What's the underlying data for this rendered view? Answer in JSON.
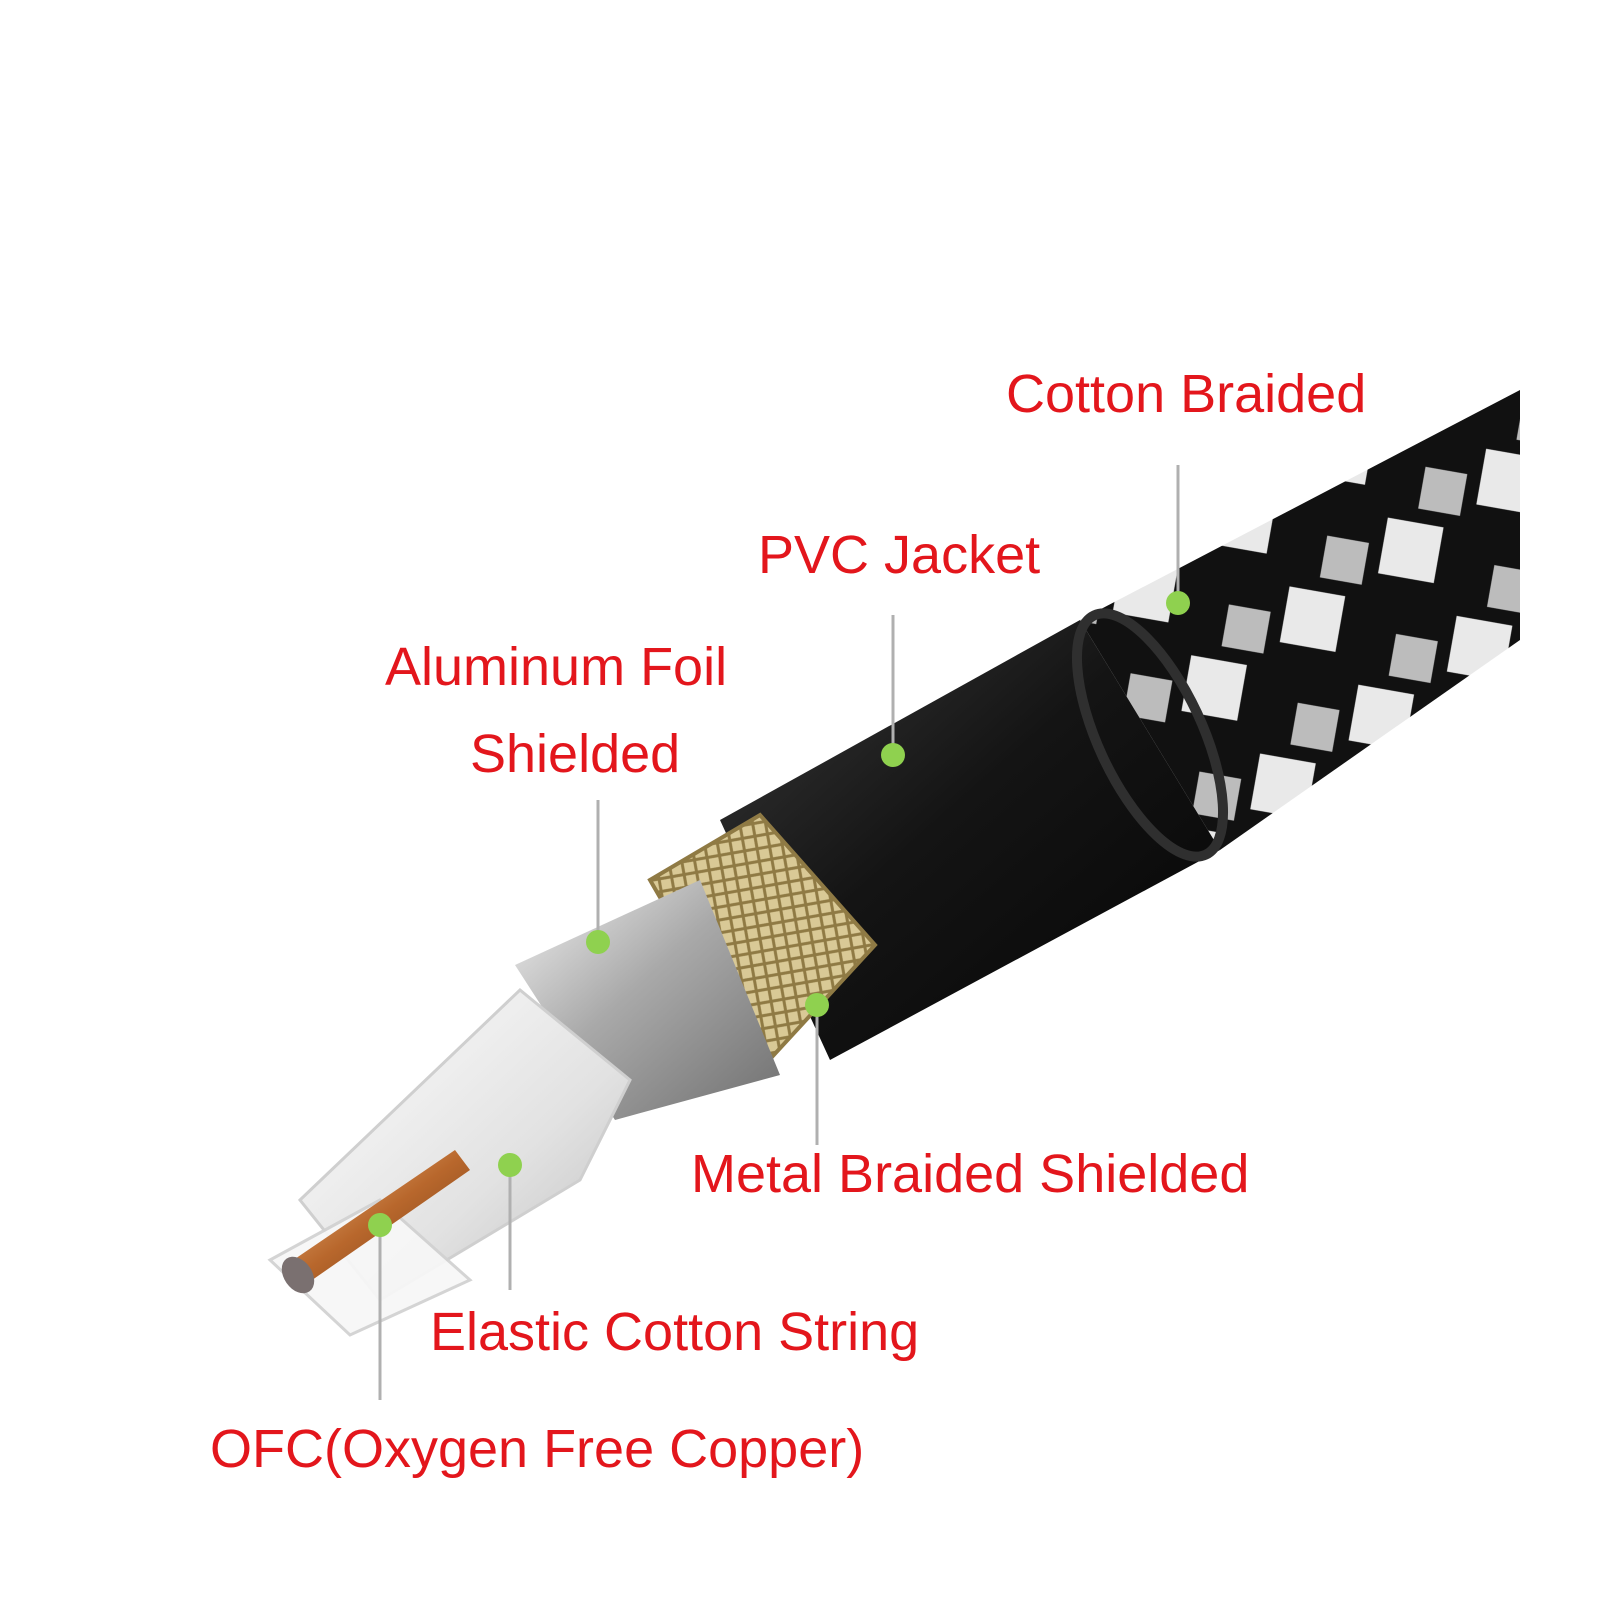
{
  "diagram": {
    "labels": {
      "cotton_braided": "Cotton Braided",
      "pvc_jacket": "PVC Jacket",
      "aluminum_foil_line1": "Aluminum Foil",
      "aluminum_foil_line2": "Shielded",
      "metal_braided": "Metal Braided Shielded",
      "elastic_cotton": "Elastic Cotton String",
      "ofc": "OFC(Oxygen Free Copper)"
    },
    "colors": {
      "label_text": "#e3161c",
      "marker_dot": "#8fd14f",
      "leader_line": "#b0b0b0",
      "jacket": "#1a1a1a",
      "braid_metal": "#c9b98a",
      "foil": "#b9b9b9",
      "cotton_string": "#e7e7e7",
      "copper": "#c77a3f"
    }
  }
}
